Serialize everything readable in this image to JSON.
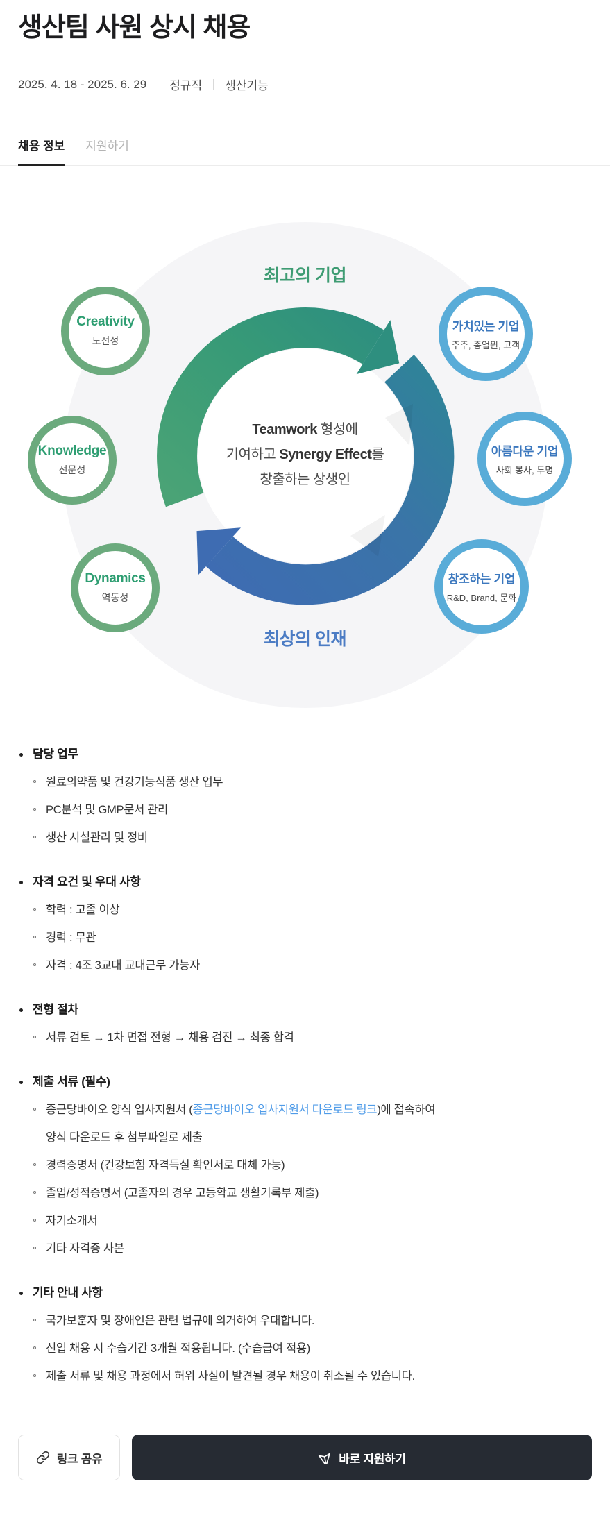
{
  "header": {
    "title": "생산팀 사원 상시 채용",
    "date_range": "2025. 4. 18 - 2025. 6. 29",
    "employment_type": "정규직",
    "job_category": "생산기능"
  },
  "tabs": [
    {
      "label": "채용 정보",
      "active": true
    },
    {
      "label": "지원하기",
      "active": false
    }
  ],
  "diagram": {
    "top_label": "최고의 기업",
    "bottom_label": "최상의 인재",
    "center_lines": [
      [
        {
          "text": "Teamwork",
          "bold": true
        },
        {
          "text": " 형성에",
          "bold": false
        }
      ],
      [
        {
          "text": "기여하고 ",
          "bold": false
        },
        {
          "text": "Synergy Effect",
          "bold": true
        },
        {
          "text": "를",
          "bold": false
        }
      ],
      [
        {
          "text": "창출하는 상생인",
          "bold": false
        }
      ]
    ],
    "left_circles": [
      {
        "title": "Creativity",
        "subtitle": "도전성"
      },
      {
        "title": "Knowledge",
        "subtitle": "전문성"
      },
      {
        "title": "Dynamics",
        "subtitle": "역동성"
      }
    ],
    "right_circles": [
      {
        "title": "가치있는 기업",
        "subtitle": "주주, 종업원, 고객"
      },
      {
        "title": "아름다운 기업",
        "subtitle": "사회 봉사, 투명"
      },
      {
        "title": "창조하는 기업",
        "subtitle": "R&D, Brand, 문화"
      }
    ],
    "colors": {
      "green_ring": "#6baa7d",
      "green_text": "#2e9e72",
      "blue_ring": "#59acd8",
      "blue_text": "#3c78be",
      "top_label": "#3e9c73",
      "bottom_label": "#4c7cc4",
      "arc_green": "#4aa376",
      "arc_blue": "#3e6cb2"
    }
  },
  "sections": [
    {
      "title": "담당 업무",
      "items": [
        [
          {
            "text": "원료의약품 및 건강기능식품 생산 업무"
          }
        ],
        [
          {
            "text": "PC분석 및 GMP문서 관리"
          }
        ],
        [
          {
            "text": "생산 시설관리 및 정비"
          }
        ]
      ]
    },
    {
      "title": "자격 요건 및 우대 사항",
      "items": [
        [
          {
            "text": "학력 : 고졸 이상"
          }
        ],
        [
          {
            "text": "경력 : 무관"
          }
        ],
        [
          {
            "text": "자격 : 4조 3교대 교대근무 가능자"
          }
        ]
      ]
    },
    {
      "title": "전형 절차",
      "items": [
        [
          {
            "text": "서류 검토 → 1차 면접 전형 → 채용 검진 → 최종 합격"
          }
        ]
      ]
    },
    {
      "title": "제출 서류 (필수)",
      "items": [
        [
          {
            "text": "종근당바이오 양식 입사지원서 ("
          },
          {
            "text": "종근당바이오 입사지원서 다운로드 링크",
            "link": true
          },
          {
            "text": ")에 접속하여"
          },
          {
            "break": true
          },
          {
            "text": "양식 다운로드 후 첨부파일로 제출"
          }
        ],
        [
          {
            "text": "경력증명서 (건강보험 자격득실 확인서로 대체 가능)"
          }
        ],
        [
          {
            "text": "졸업/성적증명서 (고졸자의 경우 고등학교 생활기록부 제출)"
          }
        ],
        [
          {
            "text": "자기소개서"
          }
        ],
        [
          {
            "text": "기타 자격증 사본"
          }
        ]
      ]
    },
    {
      "title": "기타 안내 사항",
      "items": [
        [
          {
            "text": "국가보훈자 및 장애인은 관련 법규에 의거하여 우대합니다."
          }
        ],
        [
          {
            "text": "신입 채용 시 수습기간 3개월 적용됩니다. (수습급여 적용)"
          }
        ],
        [
          {
            "text": "제출 서류 및 채용 과정에서 허위 사실이 발견될 경우 채용이 취소될 수 있습니다."
          }
        ]
      ]
    }
  ],
  "footer": {
    "share_label": "링크 공유",
    "apply_label": "바로 지원하기"
  }
}
